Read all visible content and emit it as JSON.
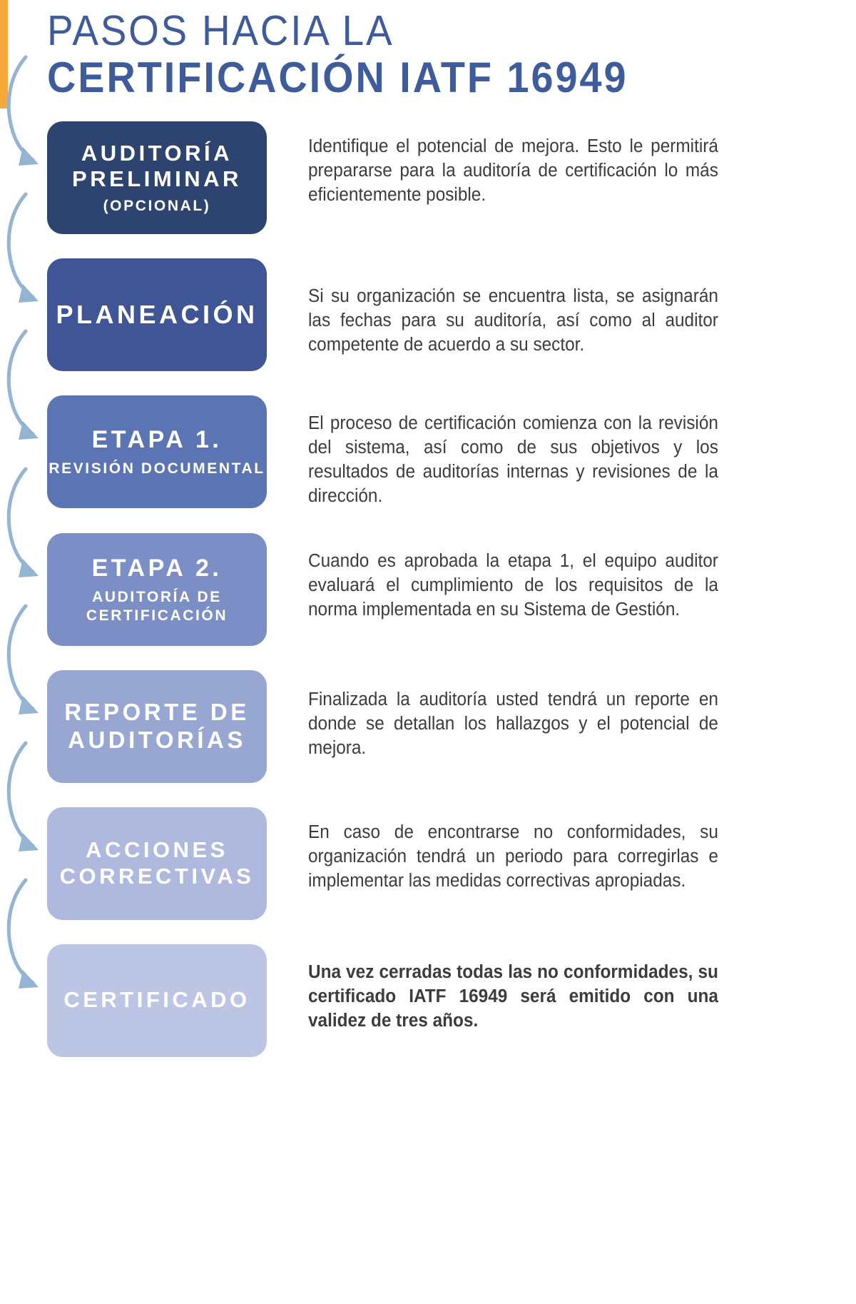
{
  "header": {
    "accent_color": "#f5a93c",
    "title_color": "#3e5b9c",
    "line1": "PASOS HACIA LA",
    "line2": "CERTIFICACIÓN IATF 16949"
  },
  "steps": [
    {
      "title": "AUDITORÍA PRELIMINAR",
      "title_lines": [
        "AUDITORÍA",
        "PRELIMINAR"
      ],
      "subtitle": "(OPCIONAL)",
      "color": "#2e4470",
      "text": "Identifique el potencial de mejora. Esto le permitirá prepararse para la auditoría de certificación lo más eficientemente posible.",
      "bold": false
    },
    {
      "title": "PLANEACIÓN",
      "title_lines": [
        "PLANEACIÓN"
      ],
      "subtitle": "",
      "color": "#3f5596",
      "text": "Si su organización se encuentra lista, se asignarán las fechas para su auditoría, así como al auditor competente de acuerdo a su sector.",
      "bold": false
    },
    {
      "title": "ETAPA 1.",
      "title_lines": [
        "ETAPA 1."
      ],
      "subtitle": "REVISIÓN DOCUMENTAL",
      "color": "#5b74b4",
      "text": "El proceso de certificación comienza con la revisión del sistema, así como de sus objetivos y los resultados de auditorías internas y revisiones de la dirección.",
      "bold": false
    },
    {
      "title": "ETAPA 2.",
      "title_lines": [
        "ETAPA 2."
      ],
      "subtitle": "AUDITORÍA DE CERTIFICACIÓN",
      "subtitle_lines": [
        "AUDITORÍA DE",
        "CERTIFICACIÓN"
      ],
      "color": "#7b8ec6",
      "text": "Cuando es aprobada la etapa 1, el equipo auditor evaluará el cumplimiento de los requisitos de la norma implementada en su Sistema de Gestión.",
      "bold": false
    },
    {
      "title": "REPORTE DE AUDITORÍAS",
      "title_lines": [
        "REPORTE DE",
        "AUDITORÍAS"
      ],
      "subtitle": "",
      "color": "#98a7d2",
      "text": "Finalizada la auditoría usted tendrá un reporte en donde se detallan los hallazgos y el potencial de mejora.",
      "bold": false
    },
    {
      "title": "ACCIONES CORRECTIVAS",
      "title_lines": [
        "ACCIONES",
        "CORRECTIVAS"
      ],
      "subtitle": "",
      "color": "#aeb9dd",
      "text": "En caso de encontrarse no conformidades, su organización tendrá un periodo para corregirlas e implementar las medidas correctivas apropiadas.",
      "bold": false
    },
    {
      "title": "CERTIFICADO",
      "title_lines": [
        "CERTIFICADO"
      ],
      "subtitle": "",
      "color": "#bcc6e4",
      "text": "Una vez cerradas todas las no conformidades, su certificado IATF 16949 será emitido con una validez de tres años.",
      "bold": true
    }
  ],
  "connector": {
    "icon": "curved-arrow-icon",
    "color": "#93b4d2",
    "count": 7
  }
}
